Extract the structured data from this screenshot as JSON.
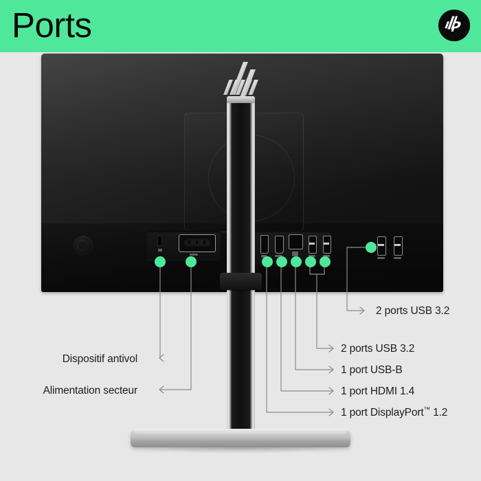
{
  "header": {
    "title": "Ports",
    "brand_logo": "hp-logo",
    "background_color": "#4fe89b",
    "title_color": "#0a0a0a"
  },
  "page": {
    "background_color": "#e7e7e7",
    "line_color": "#8d8d8d",
    "callout_dot_color": "#4fe89b"
  },
  "device": {
    "name": "hp-monitor-rear-view",
    "rear_logo": "hp-slash-logo"
  },
  "callouts": {
    "left": [
      {
        "id": "security-lock",
        "label": "Dispositif antivol"
      },
      {
        "id": "ac-power",
        "label": "Alimentation secteur"
      }
    ],
    "right": [
      {
        "id": "side-usb",
        "label": "2 ports USB 3.2"
      },
      {
        "id": "rear-usb",
        "label": "2 ports USB 3.2"
      },
      {
        "id": "usb-b",
        "label": "1 port USB-B"
      },
      {
        "id": "hdmi",
        "label": "1 port HDMI 1.4"
      },
      {
        "id": "displayport",
        "label": "1 port DisplayPort",
        "trademark": "™",
        "version": " 1.2"
      }
    ]
  },
  "ports": [
    {
      "id": "kensington-lock-slot",
      "type": "security-lock"
    },
    {
      "id": "ac-power-socket",
      "type": "power"
    },
    {
      "id": "displayport-port",
      "type": "displayport"
    },
    {
      "id": "hdmi-port",
      "type": "hdmi"
    },
    {
      "id": "usb-b-port",
      "type": "usb-b"
    },
    {
      "id": "usb-a-port-1",
      "type": "usb-a"
    },
    {
      "id": "usb-a-port-2",
      "type": "usb-a"
    },
    {
      "id": "usb-a-side-port-1",
      "type": "usb-a"
    },
    {
      "id": "usb-a-side-port-2",
      "type": "usb-a"
    }
  ]
}
